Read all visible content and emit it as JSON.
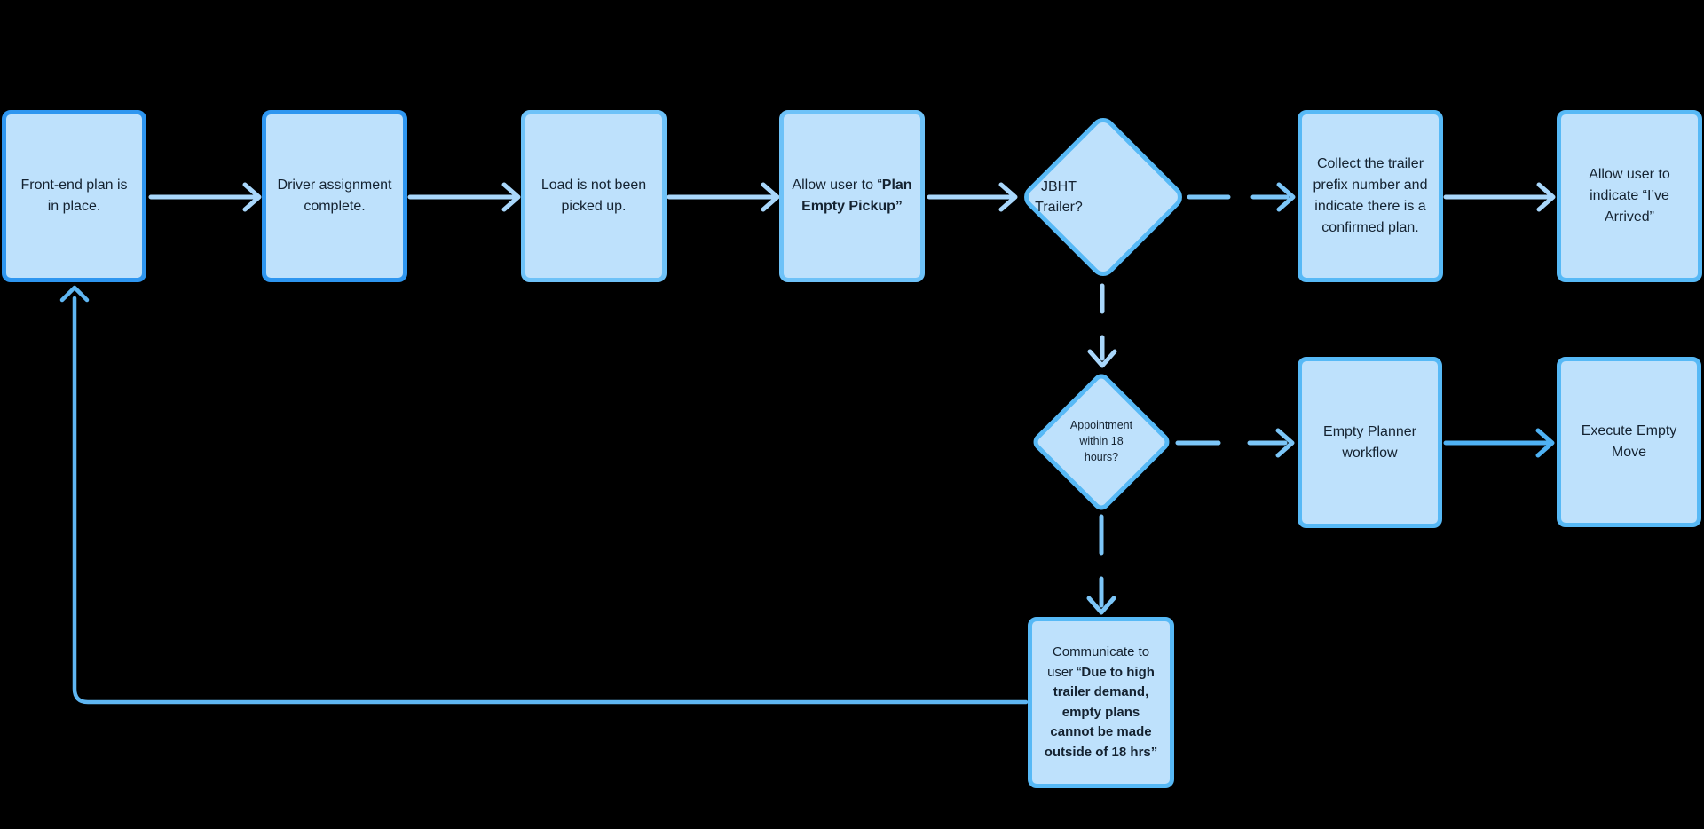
{
  "palette": {
    "background": "#000000",
    "node_fill": "#BEE1FC",
    "node_border_strong": "#2E96F0",
    "node_border_mid": "#57B9F6",
    "node_border_light": "#6EC2F8",
    "text": "#142230",
    "arrow_pale": "#A9D7FB",
    "arrow_medium": "#7CC6F8",
    "arrow_strong": "#4FB2F4",
    "loop_line": "#5FB6F2"
  },
  "flowchart": {
    "nodes": {
      "front_end_plan": {
        "type": "process",
        "label": "Front-end plan is\nin place."
      },
      "driver_assignment": {
        "type": "process",
        "label": "Driver assignment\ncomplete."
      },
      "load_not_picked": {
        "type": "process",
        "label": "Load is not been\npicked up."
      },
      "allow_plan_empty": {
        "type": "process",
        "label_prefix": "Allow user to “",
        "label_bold": "Plan\nEmpty Pickup”"
      },
      "jbht_trailer": {
        "type": "decision",
        "label": "JBHT\nTrailer?"
      },
      "collect_prefix": {
        "type": "process",
        "label": "Collect the trailer\nprefix number and\nindicate there is a\nconfirmed plan."
      },
      "allow_arrived": {
        "type": "process",
        "label": "Allow user to\nindicate “I’ve\nArrived”"
      },
      "appointment_18": {
        "type": "decision",
        "label": "Appointment\nwithin 18\nhours?"
      },
      "empty_planner": {
        "type": "process",
        "label": "Empty Planner\nworkflow"
      },
      "execute_move": {
        "type": "process",
        "label": "Execute Empty\nMove"
      },
      "communicate": {
        "type": "process",
        "label_prefix": "Communicate to\nuser “",
        "label_bold": "Due to high\ntrailer demand,\nempty plans\ncannot be made\noutside of 18 hrs”"
      }
    },
    "edges": [
      {
        "from": "front_end_plan",
        "to": "driver_assignment"
      },
      {
        "from": "driver_assignment",
        "to": "load_not_picked"
      },
      {
        "from": "load_not_picked",
        "to": "allow_plan_empty"
      },
      {
        "from": "allow_plan_empty",
        "to": "jbht_trailer"
      },
      {
        "from": "jbht_trailer",
        "to": "collect_prefix"
      },
      {
        "from": "collect_prefix",
        "to": "allow_arrived"
      },
      {
        "from": "jbht_trailer",
        "to": "appointment_18"
      },
      {
        "from": "appointment_18",
        "to": "empty_planner"
      },
      {
        "from": "empty_planner",
        "to": "execute_move"
      },
      {
        "from": "appointment_18",
        "to": "communicate"
      },
      {
        "from": "communicate",
        "to": "front_end_plan"
      }
    ]
  }
}
